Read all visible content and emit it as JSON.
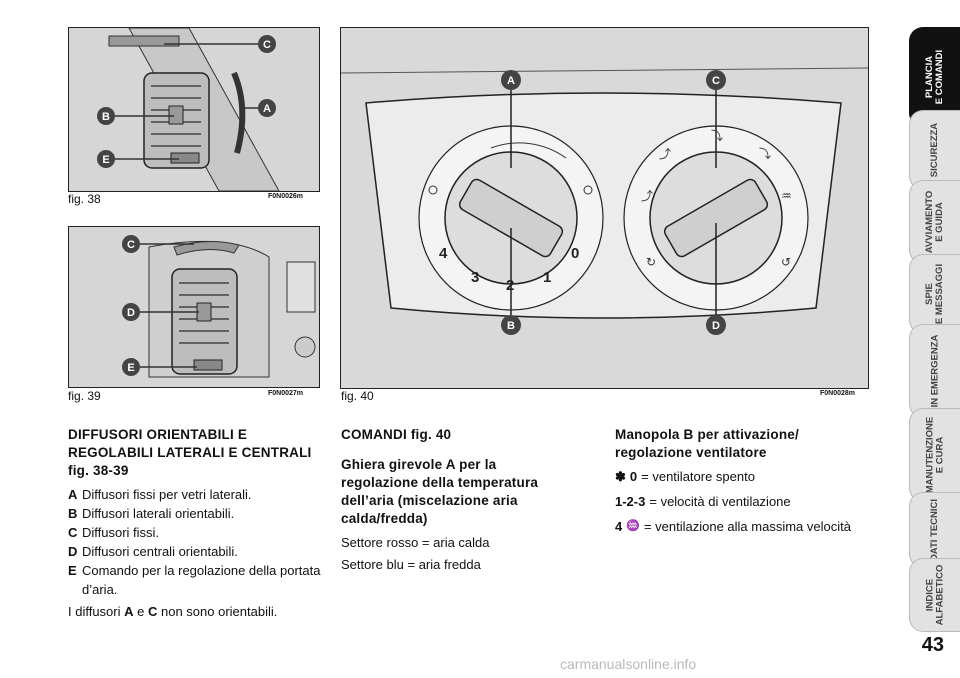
{
  "figures": {
    "fig38": {
      "label": "fig. 38",
      "code": "F0N0026m",
      "callouts": [
        "C",
        "A",
        "B",
        "E"
      ]
    },
    "fig39": {
      "label": "fig. 39",
      "code": "F0N0027m",
      "callouts": [
        "C",
        "D",
        "E"
      ]
    },
    "fig40": {
      "label": "fig. 40",
      "code": "F0N0028m",
      "callouts": [
        "A",
        "C",
        "B",
        "D"
      ],
      "dial_left_numbers": [
        "4",
        "3",
        "2",
        "1",
        "0"
      ]
    }
  },
  "diffusers": {
    "heading": "DIFFUSORI ORIENTABILI E REGOLABILI LATERALI E CENTRALI fig. 38-39",
    "items": [
      {
        "key": "A",
        "text": "Diffusori fissi per vetri laterali."
      },
      {
        "key": "B",
        "text": "Diffusori laterali orientabili."
      },
      {
        "key": "C",
        "text": "Diffusori fissi."
      },
      {
        "key": "D",
        "text": "Diffusori centrali orientabili."
      },
      {
        "key": "E",
        "text": "Comando per la regolazione della portata d’aria."
      }
    ],
    "note_pre": "I diffusori ",
    "note_a": "A",
    "note_mid": " e ",
    "note_c": "C",
    "note_post": " non sono orientabili."
  },
  "controls": {
    "heading": "COMANDI fig. 40",
    "subheading": "Ghiera girevole A per la regolazione della temperatura dell’aria (miscelazione aria calda/fredda)",
    "red": "Settore rosso = aria calda",
    "blue": "Settore blu = aria fredda"
  },
  "fan": {
    "heading": "Manopola B per attivazione/ regolazione ventilatore",
    "rows": [
      {
        "icon": "fan-icon",
        "key": "0",
        "text": "= ventilatore spento"
      },
      {
        "icon": "",
        "key": "1-2-3",
        "text": "= velocità di ventilazione"
      },
      {
        "icon": "defrost-icon",
        "key": "4",
        "text": "= ventilazione alla massima velocità"
      }
    ]
  },
  "tabs": [
    {
      "label": "PLANCIA\nE COMANDI",
      "active": true
    },
    {
      "label": "SICUREZZA",
      "active": false
    },
    {
      "label": "AVVIAMENTO\nE GUIDA",
      "active": false
    },
    {
      "label": "SPIE\nE MESSAGGI",
      "active": false
    },
    {
      "label": "IN EMERGENZA",
      "active": false
    },
    {
      "label": "MANUTENZIONE\nE CURA",
      "active": false
    },
    {
      "label": "DATI TECNICI",
      "active": false
    },
    {
      "label": "INDICE\nALFABETICO",
      "active": false
    }
  ],
  "page_number": "43",
  "watermark": "carmanualsonline.info"
}
